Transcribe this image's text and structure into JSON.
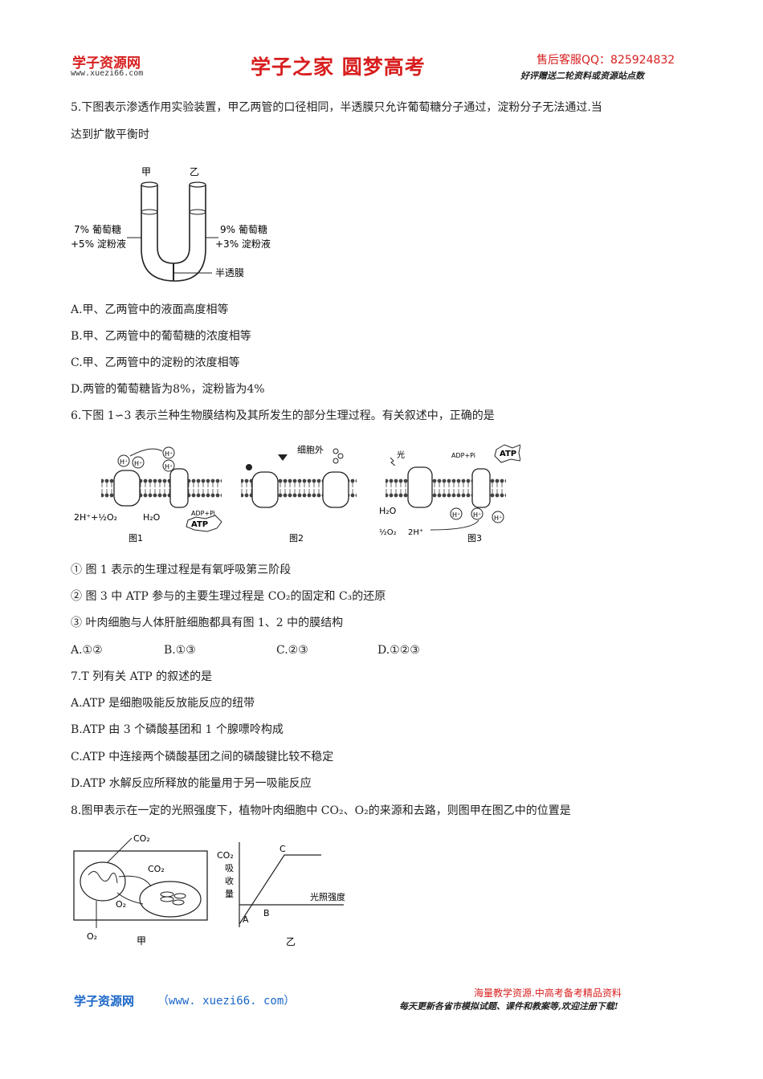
{
  "header": {
    "logo": "学子资源网",
    "logo_url": "www.xuezi66.com",
    "title": "学子之家 圆梦高考",
    "qq": "售后客服QQ：825924832",
    "promo": "好评赠送二轮资料或资源站点数"
  },
  "q5": {
    "line1": "5.下图表示渗透作用实验装置，甲乙两管的口径相同，半透膜只允许葡萄糖分子通过，淀粉分子无法通过.当",
    "line2": "达到扩散平衡时",
    "fig": {
      "left_label": "甲",
      "right_label": "乙",
      "left_sol_1": "7% 葡萄糖",
      "left_sol_2": "+5% 淀粉液",
      "right_sol_1": "9% 葡萄糖",
      "right_sol_2": "+3% 淀粉液",
      "membrane": "半透膜"
    },
    "options": [
      "A.甲、乙两管中的液面高度相等",
      "B.甲、乙两管中的葡萄糖的浓度相等",
      "C.甲、乙两管中的淀粉的浓度相等",
      "D.两管的葡萄糖皆为8%，淀粉皆为4%"
    ]
  },
  "q6": {
    "stem": "6.下图 1∽3 表示兰种生物膜结构及其所发生的部分生理过程。有关叙述中，正确的是",
    "fig": {
      "fig1": "图1",
      "fig2": "图2",
      "fig3": "图3",
      "outside": "细胞外",
      "light": "光",
      "h": "H⁺",
      "adp": "ADP+Pi",
      "atp": "ATP",
      "eq1": "2H⁺+½O₂",
      "h2o": "H₂O",
      "h2o_3": "H₂O",
      "half_o2": "½O₂",
      "two_h": "2H⁺"
    },
    "statements": [
      "① 图 1 表示的生理过程是有氧呼吸第三阶段",
      "② 图 3 中 ATP 参与的主要生理过程是 CO₂的固定和 C₃的还原",
      "③ 叶肉细胞与人体肝脏细胞都具有图 1、2 中的膜结构"
    ],
    "options": [
      "A.①②",
      "B.①③",
      "C.②③",
      "D.①②③"
    ]
  },
  "q7": {
    "stem": "7.T 列有关 ATP 的叙述的是",
    "options": [
      "A.ATP 是细胞吸能反放能反应的纽带",
      "B.ATP 由 3 个磷酸基团和 1 个腺嘌呤构成",
      "C.ATP 中连接两个磷酸基团之间的磷酸键比较不稳定",
      "D.ATP 水解反应所释放的能量用于另一吸能反应"
    ]
  },
  "q8": {
    "stem": "8.图甲表示在一定的光照强度下，植物叶肉细胞中 CO₂、O₂的来源和去路，则图甲在图乙中的位置是",
    "fig_jia": {
      "co2_top": "CO₂",
      "co2_mid": "CO₂",
      "o2_in": "O₂",
      "o2_bottom": "O₂",
      "caption": "甲"
    },
    "fig_yi": {
      "ylabel_1": "CO₂",
      "ylabel_2": "吸",
      "ylabel_3": "收",
      "ylabel_4": "量",
      "xlabel": "光照强度",
      "a": "A",
      "b": "B",
      "c": "C",
      "caption": "乙"
    }
  },
  "footer": {
    "logo": "学子资源网",
    "url": "（www. xuezi66. com）",
    "right1": "海量教学资源.中高考备考精品资料",
    "right2": "每天更新各省市模拟试题、课件和教案等,欢迎注册下载!"
  }
}
